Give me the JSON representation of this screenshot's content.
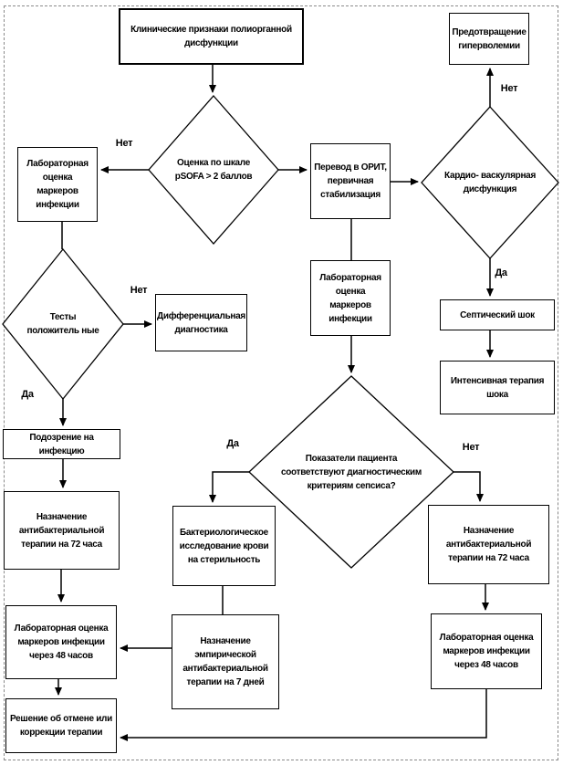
{
  "nodes": {
    "start": {
      "label": "Клинические признаки полиорганной дисфункции"
    },
    "psofa": {
      "label": "Оценка по шкале pSOFA > 2 баллов"
    },
    "lab_markers": {
      "label": "Лабораторная оценка маркеров инфекции"
    },
    "icu": {
      "label": "Перевод в ОРИТ, первичная стабилизация"
    },
    "cardio": {
      "label": "Кардио- васкулярная дисфункция"
    },
    "prevent": {
      "label": "Предотвращение гиперволемии"
    },
    "tests": {
      "label": "Тесты положитель ные"
    },
    "differential": {
      "label": "Дифференциальная диагностика"
    },
    "lab_markers_icu": {
      "label": "Лабораторная оценка маркеров инфекции"
    },
    "septic_shock": {
      "label": "Септический шок"
    },
    "shock_therapy": {
      "label": "Интенсивная терапия шока"
    },
    "suspicion": {
      "label": "Подозрение на инфекцию"
    },
    "abx72_left": {
      "label": "Назначение антибактериальной терапии на 72 часа"
    },
    "sepsis": {
      "label": "Показатели пациента соответствуют диагностическим критериям сепсиса?"
    },
    "blood_culture": {
      "label": "Бактериологическое исследование крови на стерильность"
    },
    "abx72_right": {
      "label": "Назначение антибактериальной терапии на 72 часа"
    },
    "lab48_left": {
      "label": "Лабораторная оценка маркеров инфекции через 48 часов"
    },
    "empiric": {
      "label": "Назначение эмпирической антибактериальной терапии на 7 дней"
    },
    "lab48_right": {
      "label": "Лабораторная оценка маркеров инфекции через 48 часов"
    },
    "decision": {
      "label": "Решение об отмене или коррекции терапии"
    }
  },
  "edge_labels": {
    "psofa_no": "Нет",
    "cardio_no": "Нет",
    "cardio_yes": "Да",
    "tests_no": "Нет",
    "tests_yes": "Да",
    "sepsis_yes": "Да",
    "sepsis_no": "Нет"
  },
  "colors": {
    "line": "#000000",
    "box_fill": "#ffffff",
    "box_border": "#000000",
    "frame_dashed": "#8a8a8a"
  }
}
